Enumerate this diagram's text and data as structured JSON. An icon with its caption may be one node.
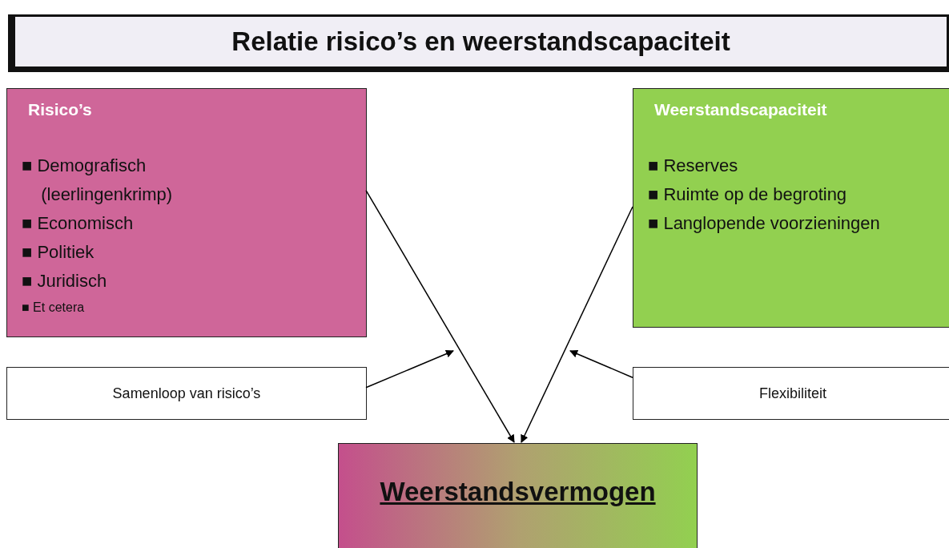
{
  "diagram": {
    "title": "Relatie risico’s en weerstandscapaciteit",
    "nodes": [
      {
        "text": [
          "Risico’s",
          "■ Demografisch (leerlingenkrimp)",
          "■ Economisch",
          "■ Politiek",
          "■ Juridisch",
          "■ Et cetera"
        ]
      },
      {
        "text": [
          "Weerstandscapaciteit",
          "■ Reserves",
          "■ Ruimte op de begroting",
          "■ Langlopende voorzieningen"
        ]
      },
      {
        "text": [
          "Samenloop van risico’s"
        ]
      },
      {
        "text": [
          "Flexibiliteit"
        ]
      },
      {
        "text": [
          "Weerstandsvermogen"
        ]
      }
    ],
    "edges": [
      {
        "from": 0,
        "to": 4,
        "arrow": "to"
      },
      {
        "from": 1,
        "to": 4,
        "arrow": "to"
      },
      {
        "from": 2,
        "to": null,
        "arrow": "to"
      },
      {
        "from": 3,
        "to": null,
        "arrow": "to"
      }
    ]
  }
}
